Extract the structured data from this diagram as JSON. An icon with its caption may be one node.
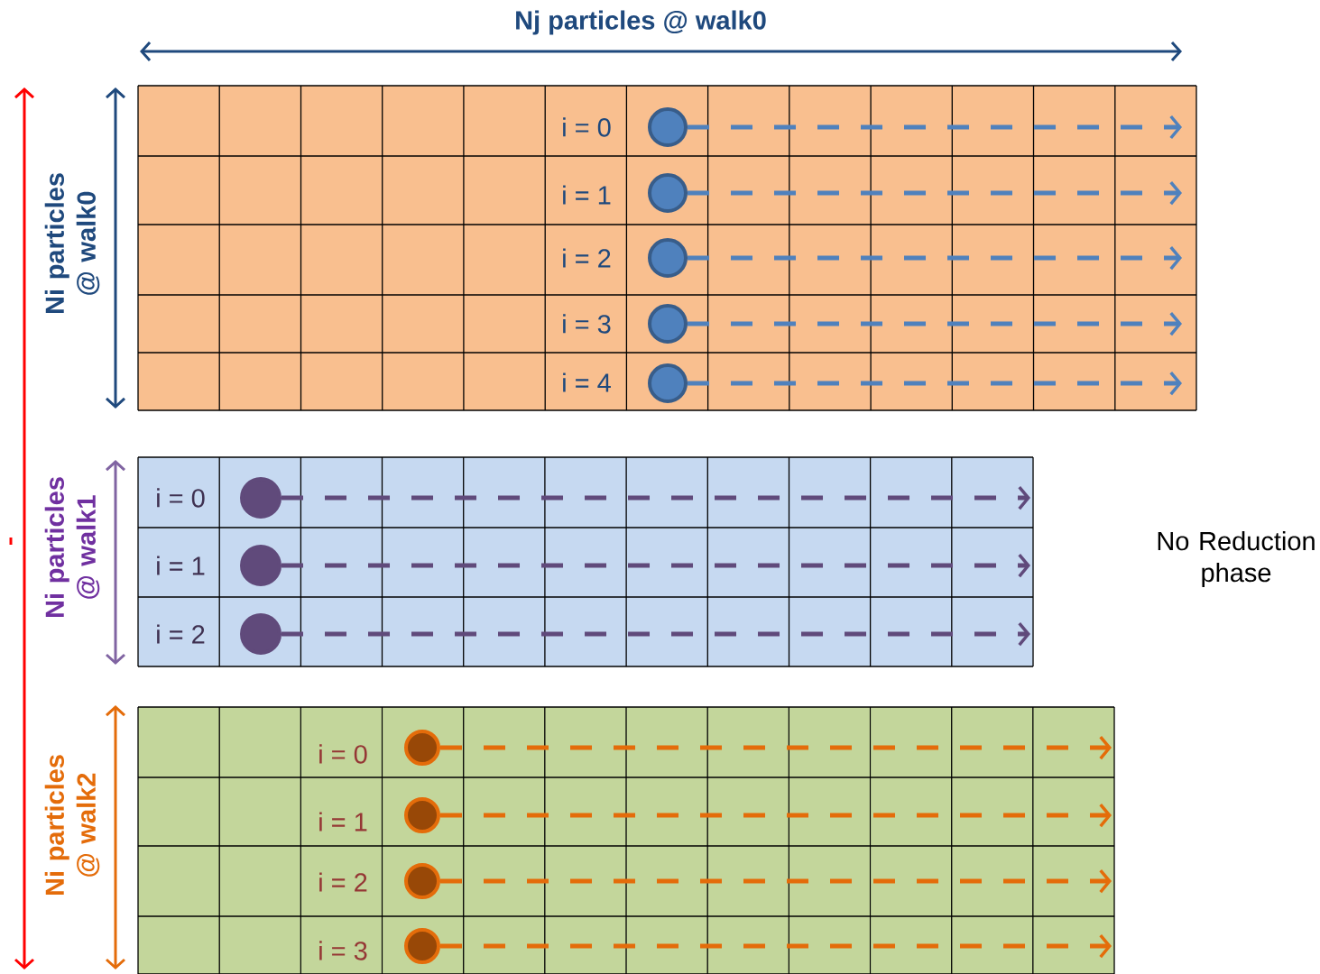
{
  "diagram": {
    "nodes": [
      {
        "text": [],
        "shape": "circle"
      },
      {
        "text": [],
        "shape": "circle"
      },
      {
        "text": [],
        "shape": "circle"
      },
      {
        "text": [],
        "shape": "circle"
      },
      {
        "text": [],
        "shape": "circle"
      },
      {
        "text": [],
        "shape": "circle"
      },
      {
        "text": [],
        "shape": "circle"
      },
      {
        "text": [],
        "shape": "circle"
      },
      {
        "text": [],
        "shape": "circle"
      },
      {
        "text": [],
        "shape": "circle"
      },
      {
        "text": [],
        "shape": "circle"
      },
      {
        "text": [],
        "shape": "circle"
      }
    ],
    "edges": [
      {
        "from": 0,
        "to": null,
        "arrow": "to",
        "style": "dashed",
        "color": "#4f81bd"
      },
      {
        "from": 1,
        "to": null,
        "arrow": "to",
        "style": "dashed",
        "color": "#4f81bd"
      },
      {
        "from": 2,
        "to": null,
        "arrow": "to",
        "style": "dashed",
        "color": "#4f81bd"
      },
      {
        "from": 3,
        "to": null,
        "arrow": "to",
        "style": "dashed",
        "color": "#4f81bd"
      },
      {
        "from": 4,
        "to": null,
        "arrow": "to",
        "style": "dashed",
        "color": "#4f81bd"
      },
      {
        "from": 5,
        "to": null,
        "arrow": "to",
        "style": "dashed",
        "color": "#604a7b"
      },
      {
        "from": 6,
        "to": null,
        "arrow": "to",
        "style": "dashed",
        "color": "#604a7b"
      },
      {
        "from": 7,
        "to": null,
        "arrow": "to",
        "style": "dashed",
        "color": "#604a7b"
      },
      {
        "from": 8,
        "to": null,
        "arrow": "to",
        "style": "dashed",
        "color": "#e46c0a"
      },
      {
        "from": 9,
        "to": null,
        "arrow": "to",
        "style": "dashed",
        "color": "#e46c0a"
      },
      {
        "from": 10,
        "to": null,
        "arrow": "to",
        "style": "dashed",
        "color": "#e46c0a"
      },
      {
        "from": 11,
        "to": null,
        "arrow": "to",
        "style": "dashed",
        "color": "#e46c0a"
      }
    ],
    "labels": [
      "Nj  particles @ walk0",
      "Ni  particles @ walk0",
      "i = 0",
      "i = 1",
      "i = 2",
      "i = 3",
      "i = 4",
      "Ni  particles @ walk1",
      "i = 0",
      "i = 1",
      "i = 2",
      "No Reduction phase",
      "Ni  particles @ walk2",
      "i = 0",
      "i = 1",
      "i = 2",
      "i = 3"
    ]
  }
}
